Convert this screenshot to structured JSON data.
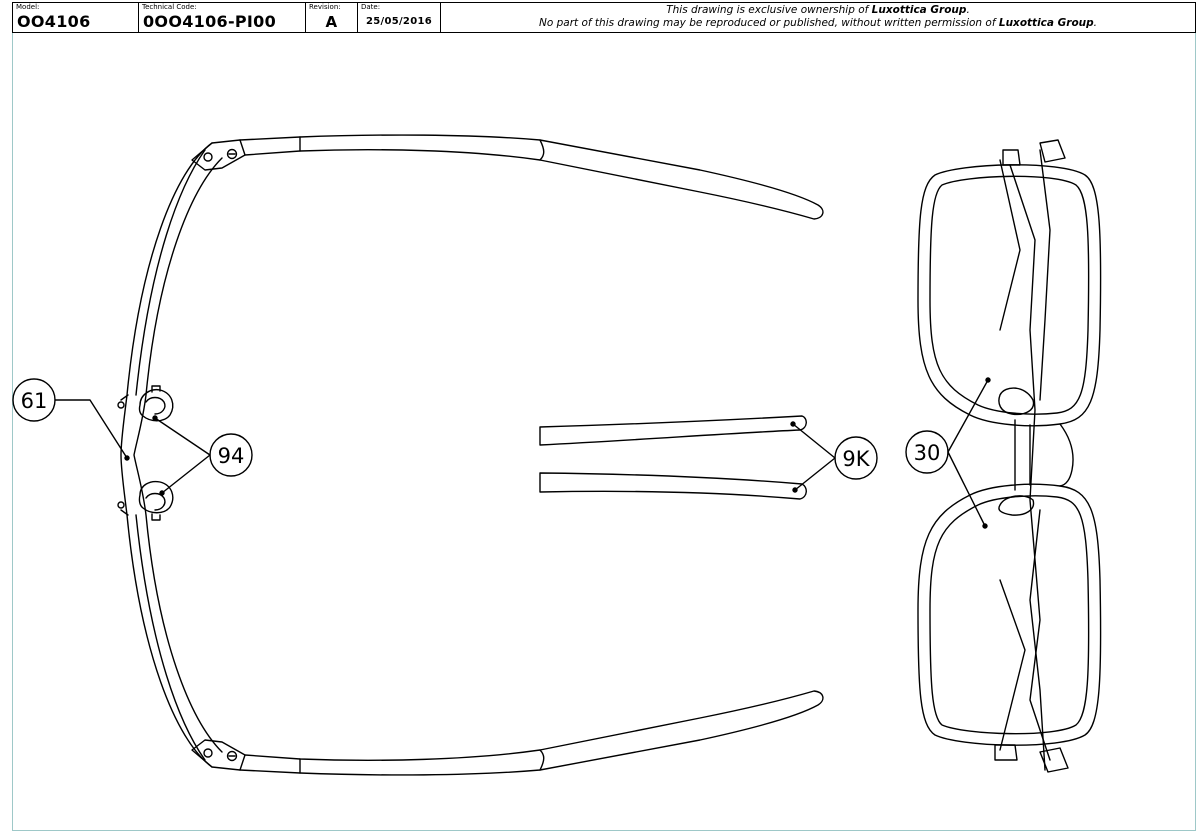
{
  "title_block": {
    "model_label": "Model:",
    "model_value": "OO4106",
    "technical_code_label": "Technical Code:",
    "technical_code_value": "0OO4106-PI00",
    "revision_label": "Revision:",
    "revision_value": "A",
    "date_label": "Date:",
    "date_value": "25/05/2016",
    "notice_line1_pre": "This drawing is exclusive ownership of ",
    "notice_line1_bold": "Luxottica Group",
    "notice_line1_post": ".",
    "notice_line2_pre": "No part of this drawing may be reproduced or published, without written permission of ",
    "notice_line2_bold": "Luxottica Group",
    "notice_line2_post": "."
  },
  "callouts": {
    "frame_front": "61",
    "nose_pads": "94",
    "temple_tips": "9K",
    "lenses": "30"
  },
  "colors": {
    "line": "#000000",
    "sheet_border": "#9ec8c8"
  }
}
